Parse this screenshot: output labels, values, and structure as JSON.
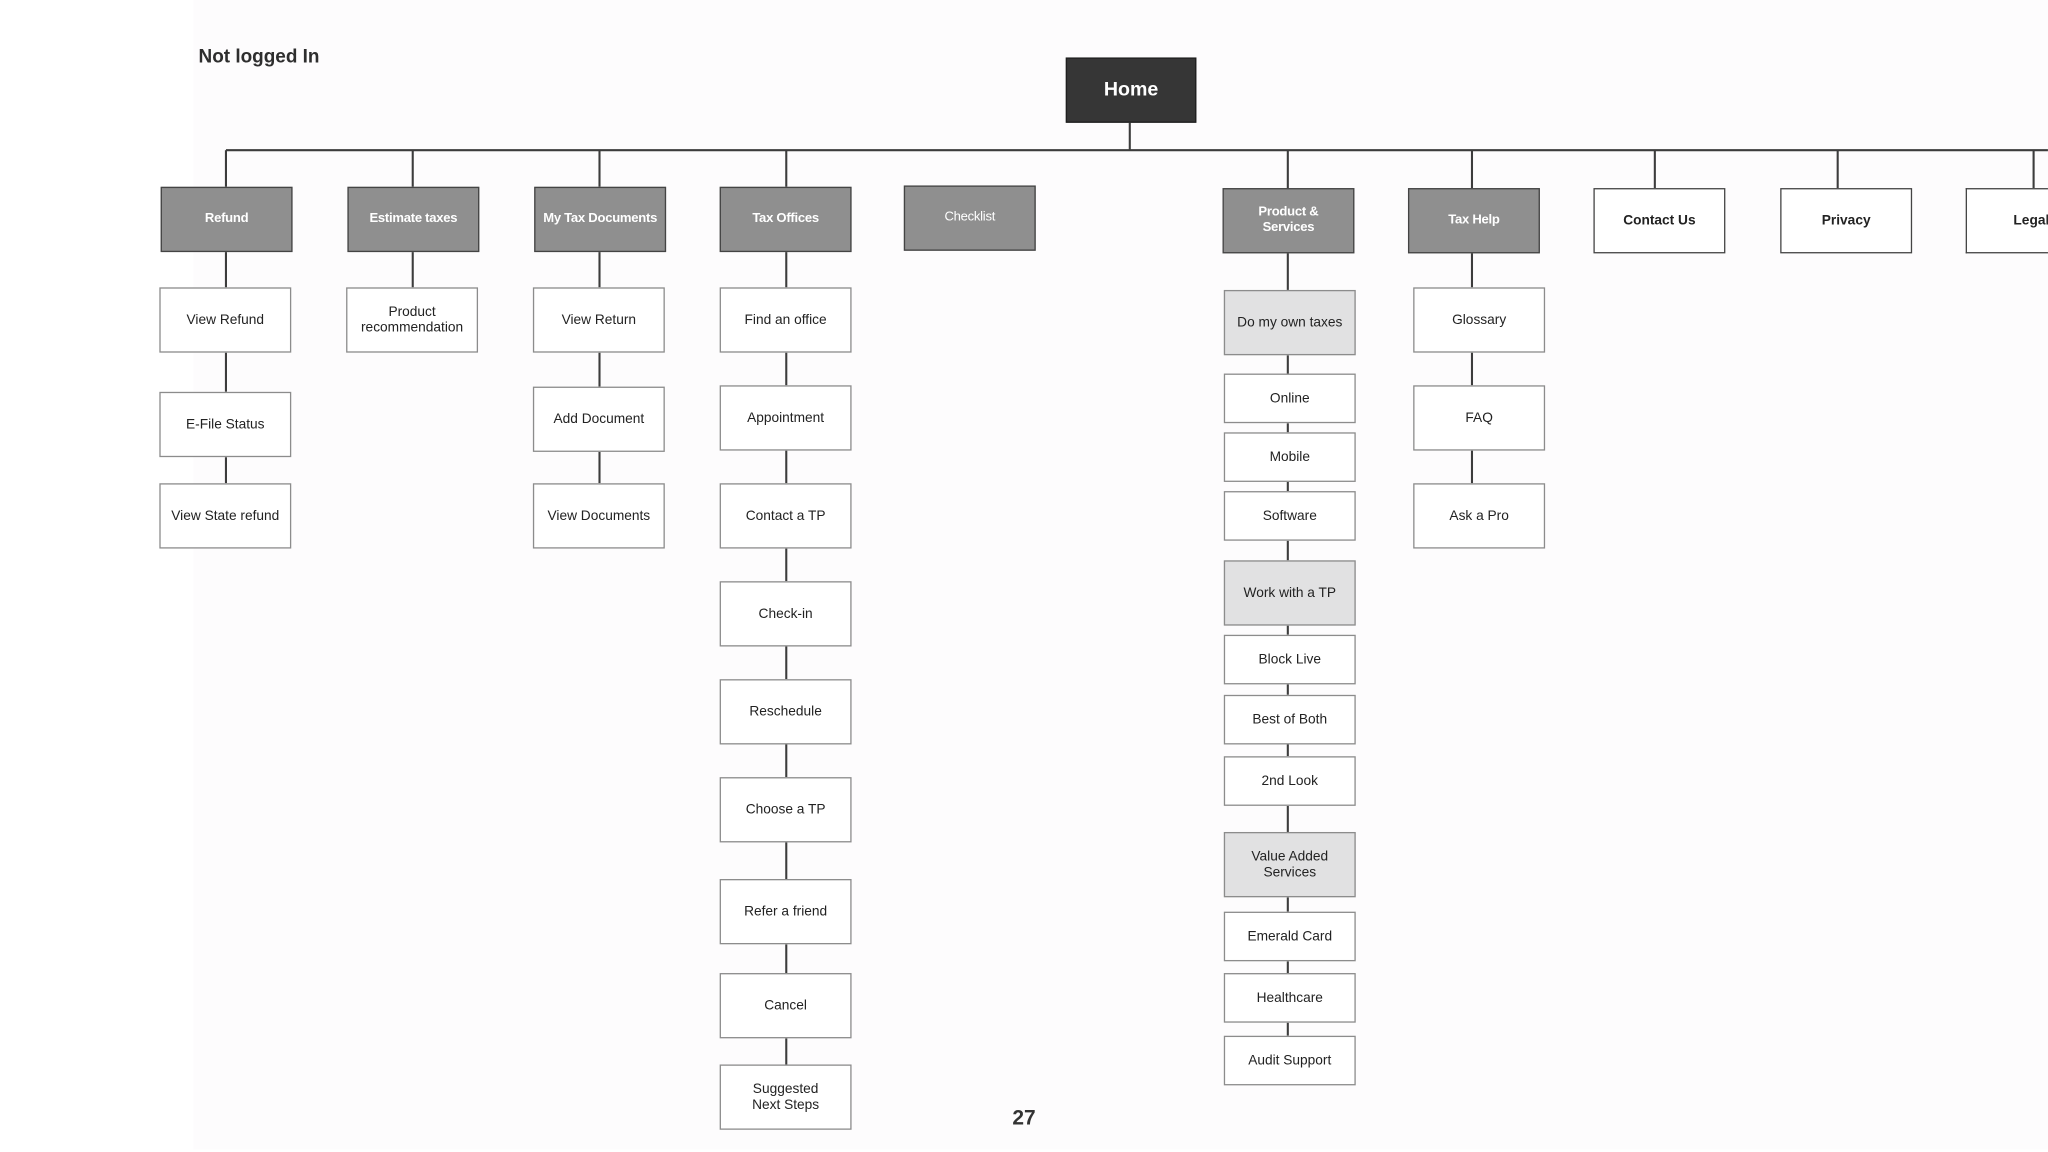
{
  "heading": "Not logged In",
  "page_number": "27",
  "root": "Home",
  "categories": [
    {
      "label": "Refund",
      "children": [
        "View Refund",
        "E-File Status",
        "View State refund"
      ]
    },
    {
      "label": "Estimate taxes",
      "children": [
        "Product\nrecommendation"
      ]
    },
    {
      "label": "My Tax Documents",
      "children": [
        "View Return",
        "Add Document",
        "View Documents"
      ]
    },
    {
      "label": "Tax Offices",
      "children": [
        "Find an office",
        "Appointment",
        "Contact a TP",
        "Check-in",
        "Reschedule",
        "Choose a TP",
        "Refer a friend",
        "Cancel",
        "Suggested\nNext Steps"
      ]
    },
    {
      "label": "Checklist",
      "children": []
    },
    {
      "label": "Product &\nServices",
      "groups": [
        {
          "label": "Do my own taxes",
          "children": [
            "Online",
            "Mobile",
            "Software"
          ]
        },
        {
          "label": "Work with a TP",
          "children": [
            "Block Live",
            "Best of Both",
            "2nd Look"
          ]
        },
        {
          "label": "Value Added Services",
          "children": [
            "Emerald Card",
            "Healthcare",
            "Audit Support"
          ]
        }
      ]
    },
    {
      "label": "Tax Help",
      "children": [
        "Glossary",
        "FAQ",
        "Ask a Pro"
      ]
    },
    {
      "label": "Contact Us",
      "children": []
    },
    {
      "label": "Privacy",
      "children": []
    },
    {
      "label": "Legal",
      "children": []
    }
  ],
  "colors": {
    "root_fill": "#363636",
    "category_fill": "#8f8f8f",
    "group_fill": "#e1e1e2",
    "leaf_fill": "#ffffff",
    "connector": "#3c3c3c"
  }
}
